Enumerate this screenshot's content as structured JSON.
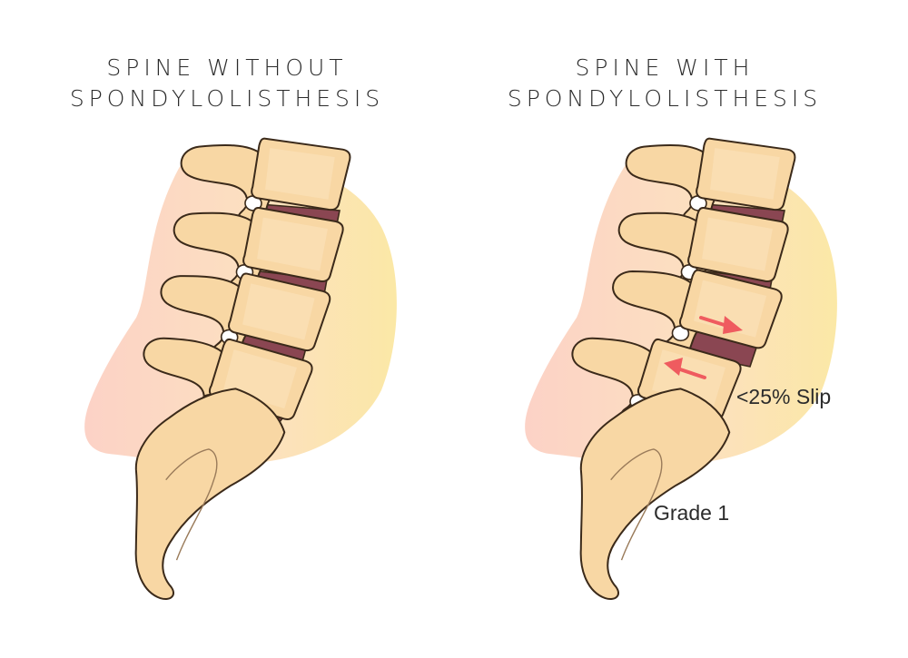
{
  "left_panel": {
    "title_line1": "SPINE WITHOUT",
    "title_line2": "SPONDYLOLISTHESIS"
  },
  "right_panel": {
    "title_line1": "SPINE WITH",
    "title_line2": "SPONDYLOLISTHESIS",
    "slip_label": "<25% Slip",
    "grade_label": "Grade 1"
  },
  "colors": {
    "bone": "#f8d7a4",
    "bone_outline": "#3b2a1a",
    "disc": "#8a4652",
    "arrow": "#ef5b5f",
    "background_blob_warm": "#fbd3c2",
    "background_blob_yellow": "#fbe6a9"
  },
  "icons": [
    "lumbar-spine-illustration",
    "slip-arrow-icon"
  ]
}
